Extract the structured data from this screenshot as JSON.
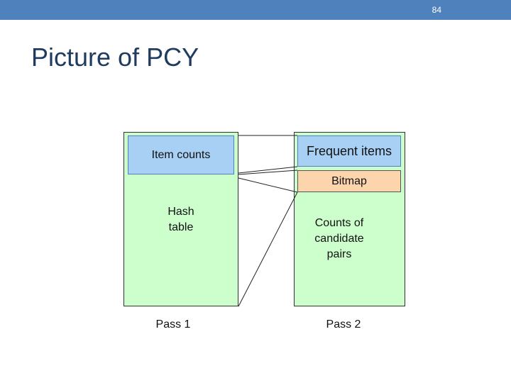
{
  "slide": {
    "number": "84",
    "title": "Picture of PCY",
    "accent_color": "#4f81bd"
  },
  "diagram": {
    "pass1": {
      "item_counts": "Item counts",
      "hash_table": "Hash\ntable",
      "label": "Pass 1",
      "fill_color": "#ccffcc"
    },
    "pass2": {
      "frequent_items": "Frequent items",
      "bitmap": "Bitmap",
      "counts": "Counts of\ncandidate\npairs",
      "label": "Pass 2",
      "fill_color": "#ccffcc"
    }
  }
}
